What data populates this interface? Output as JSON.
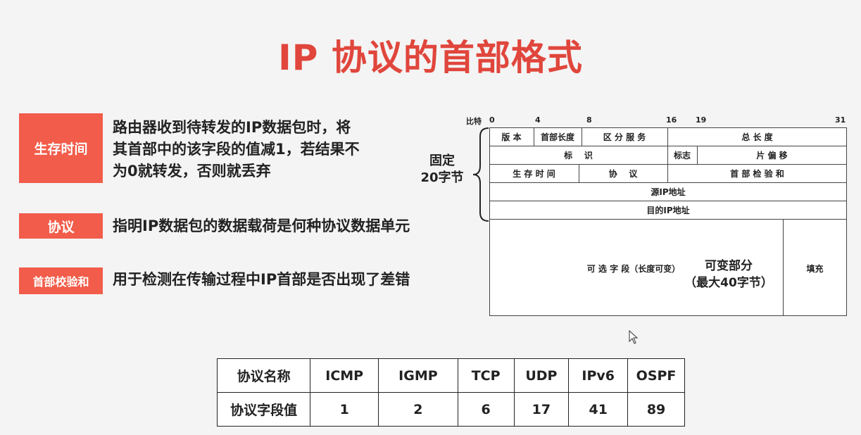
{
  "title": "IP 协议的首部格式",
  "fields": [
    {
      "tag": "生存时间",
      "desc_lines": [
        "路由器收到待转发的IP数据包时，将",
        "其首部中的该字段的值减1，若结果不",
        "为0就转发，否则就丢弃"
      ]
    },
    {
      "tag": "协议",
      "desc_lines": [
        "指明IP数据包的数据载荷是何种协议数据单元"
      ]
    },
    {
      "tag": "首部校验和",
      "desc_lines": [
        "用于检测在传输过程中IP首部是否出现了差错"
      ]
    }
  ],
  "diagram": {
    "bit_label": "比特",
    "bit_ticks": [
      "0",
      "4",
      "8",
      "16",
      "19",
      "31"
    ],
    "fixed_label_1": "固定",
    "fixed_label_2": "20字节",
    "row1": [
      "版 本",
      "首部长度",
      "区 分 服 务",
      "总 长 度"
    ],
    "row2": [
      "标    识",
      "标志",
      "片 偏 移"
    ],
    "row3": [
      "生 存 时 间",
      "协    议",
      "首 部 检 验 和"
    ],
    "row4": "源IP地址",
    "row5": "目的IP地址",
    "optional": "可 选 字 段（长度可变）",
    "variable_1": "可变部分",
    "variable_2": "（最大40字节）",
    "padding": "填充"
  },
  "protocol_table": {
    "header": [
      "协议名称",
      "ICMP",
      "IGMP",
      "TCP",
      "UDP",
      "IPv6",
      "OSPF"
    ],
    "row": [
      "协议字段值",
      "1",
      "2",
      "6",
      "17",
      "41",
      "89"
    ]
  }
}
